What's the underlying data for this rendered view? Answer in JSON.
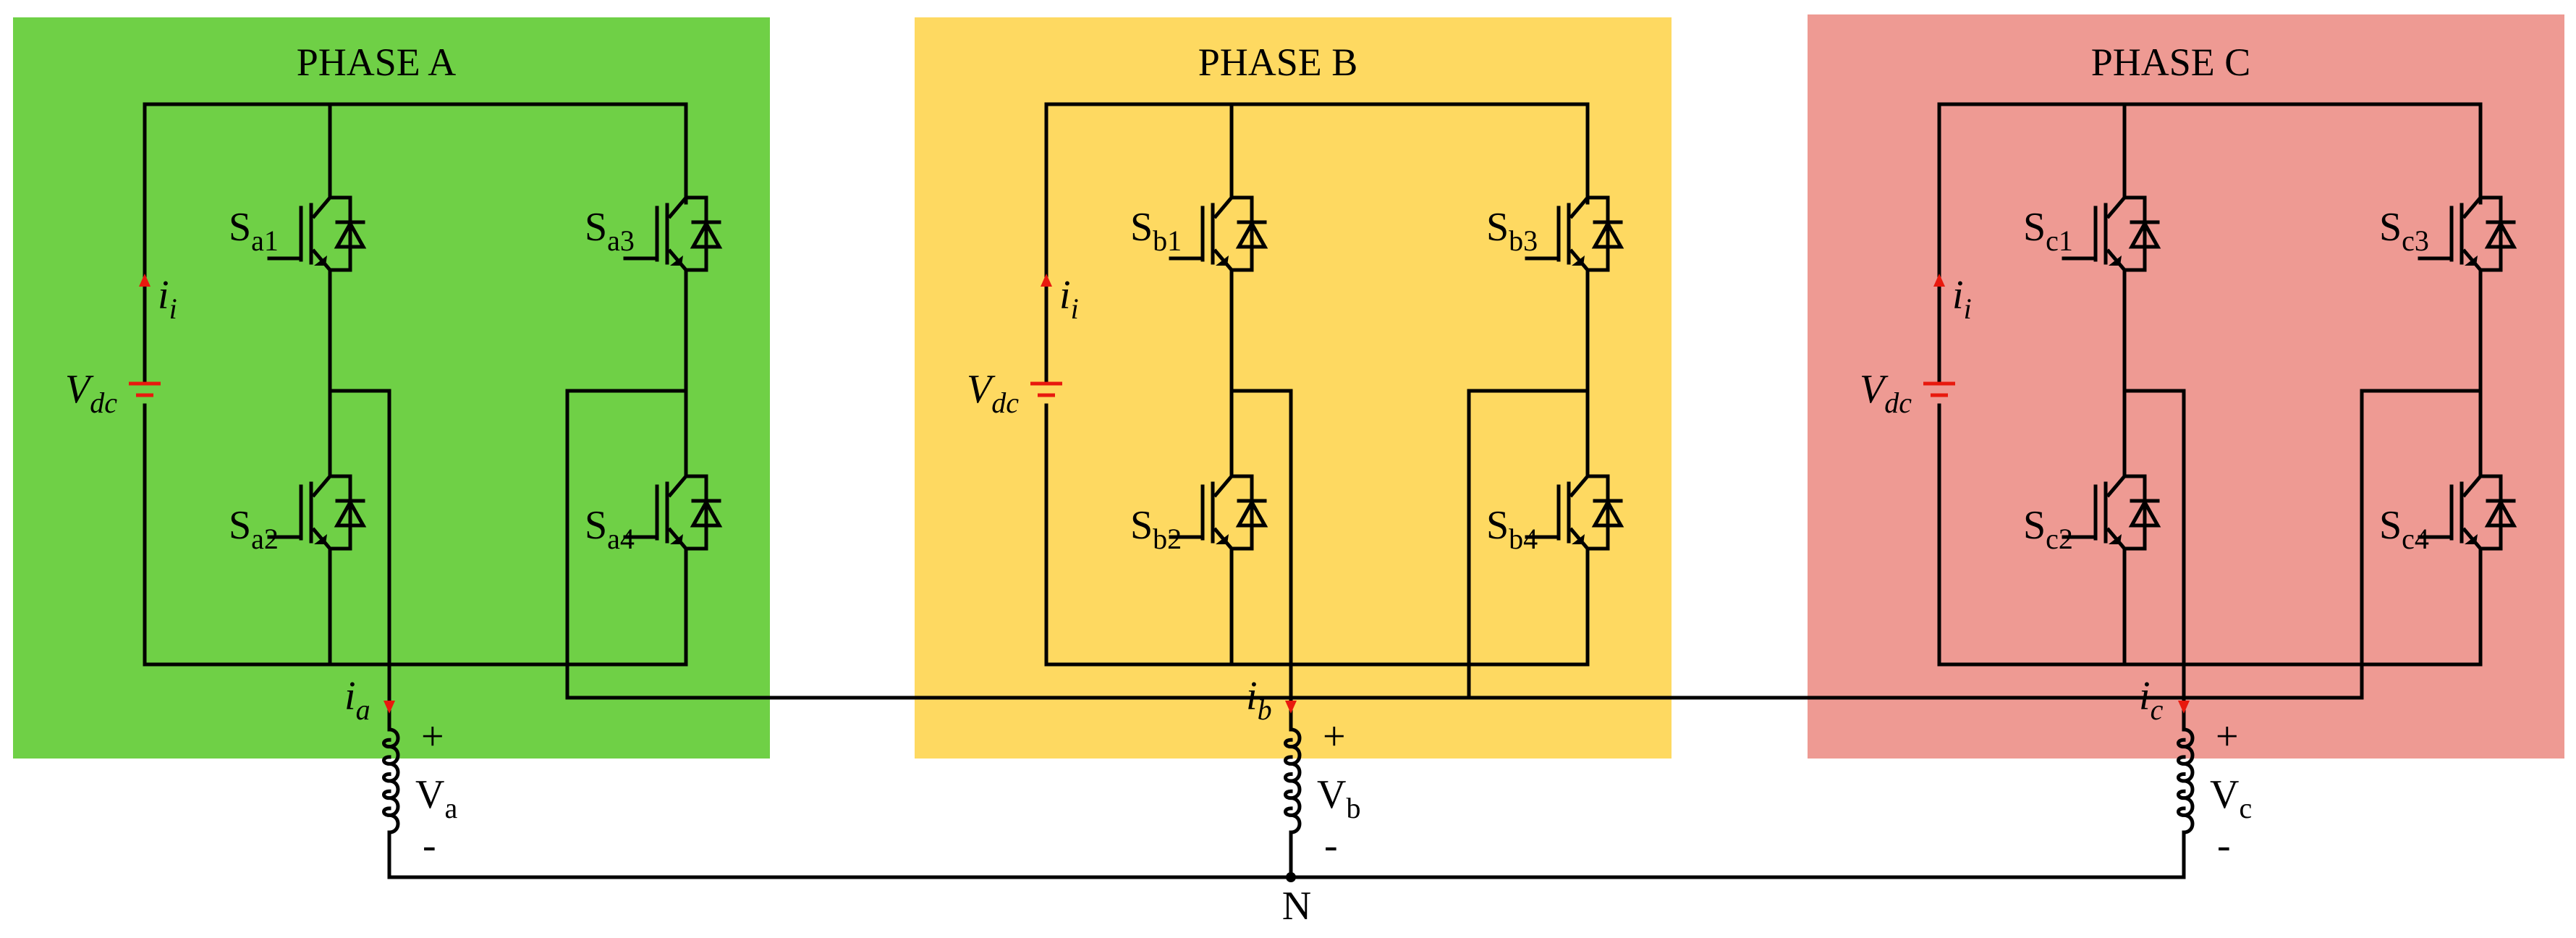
{
  "colors": {
    "phase_a_bg": "#6fd046",
    "phase_b_bg": "#fed961",
    "phase_c_bg": "#ee9a93",
    "wire": "#000000",
    "source_and_current_arrows": "#e8190e"
  },
  "phases": [
    {
      "key": "a",
      "title": "PHASE A",
      "switches": [
        {
          "main": "S",
          "sub": "a1"
        },
        {
          "main": "S",
          "sub": "a2"
        },
        {
          "main": "S",
          "sub": "a3"
        },
        {
          "main": "S",
          "sub": "a4"
        }
      ],
      "source": {
        "main": "V",
        "sub": "dc"
      },
      "dc_current": {
        "main": "i",
        "sub": "i"
      },
      "output_current": {
        "main": "i",
        "sub": "a"
      },
      "voltage": {
        "main": "V",
        "sub": "a"
      },
      "plus": "+",
      "minus": "-"
    },
    {
      "key": "b",
      "title": "PHASE B",
      "switches": [
        {
          "main": "S",
          "sub": "b1"
        },
        {
          "main": "S",
          "sub": "b2"
        },
        {
          "main": "S",
          "sub": "b3"
        },
        {
          "main": "S",
          "sub": "b4"
        }
      ],
      "source": {
        "main": "V",
        "sub": "dc"
      },
      "dc_current": {
        "main": "i",
        "sub": "i"
      },
      "output_current": {
        "main": "i",
        "sub": "b"
      },
      "voltage": {
        "main": "V",
        "sub": "b"
      },
      "plus": "+",
      "minus": "-"
    },
    {
      "key": "c",
      "title": "PHASE C",
      "switches": [
        {
          "main": "S",
          "sub": "c1"
        },
        {
          "main": "S",
          "sub": "c2"
        },
        {
          "main": "S",
          "sub": "c3"
        },
        {
          "main": "S",
          "sub": "c4"
        }
      ],
      "source": {
        "main": "V",
        "sub": "dc"
      },
      "dc_current": {
        "main": "i",
        "sub": "i"
      },
      "output_current": {
        "main": "i",
        "sub": "c"
      },
      "voltage": {
        "main": "V",
        "sub": "c"
      },
      "plus": "+",
      "minus": "-"
    }
  ],
  "neutral_label": "N",
  "icons": {
    "switch": "igbt-with-antiparallel-diode-icon",
    "source": "dc-voltage-source-icon",
    "load": "inductor-coil-icon",
    "current": "current-arrow-icon"
  }
}
